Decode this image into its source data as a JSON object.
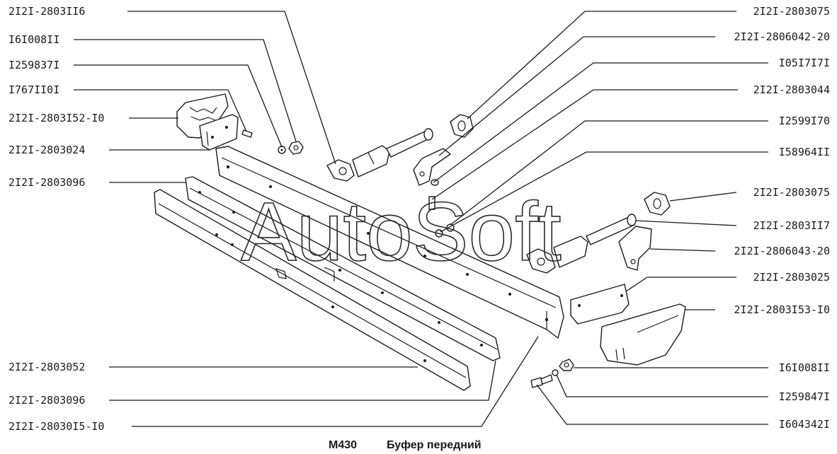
{
  "title": {
    "code": "M430",
    "text": "Буфер передний"
  },
  "watermark": "AutoSoft",
  "labels": {
    "l1": "2I2I-2803II6",
    "l2": "I6I008II",
    "l3": "I259837I",
    "l4": "I767II0I",
    "l5": "2I2I-2803I52-I0",
    "l6": "2I2I-2803024",
    "l7": "2I2I-2803096",
    "l8": "2I2I-2803052",
    "l9": "2I2I-2803096",
    "l10": "2I2I-28030I5-I0",
    "r1": "2I2I-2803075",
    "r2": "2I2I-2806042-20",
    "r3": "I05I7I7I",
    "r4": "2I2I-2803044",
    "r5": "I2599I70",
    "r6": "I58964II",
    "r7": "2I2I-2803075",
    "r8": "2I2I-2803II7",
    "r9": "2I2I-2806043-20",
    "r10": "2I2I-2803025",
    "r11": "2I2I-2803I53-I0",
    "r12": "I6I008II",
    "r13": "I259847I",
    "r14": "I604342I"
  }
}
